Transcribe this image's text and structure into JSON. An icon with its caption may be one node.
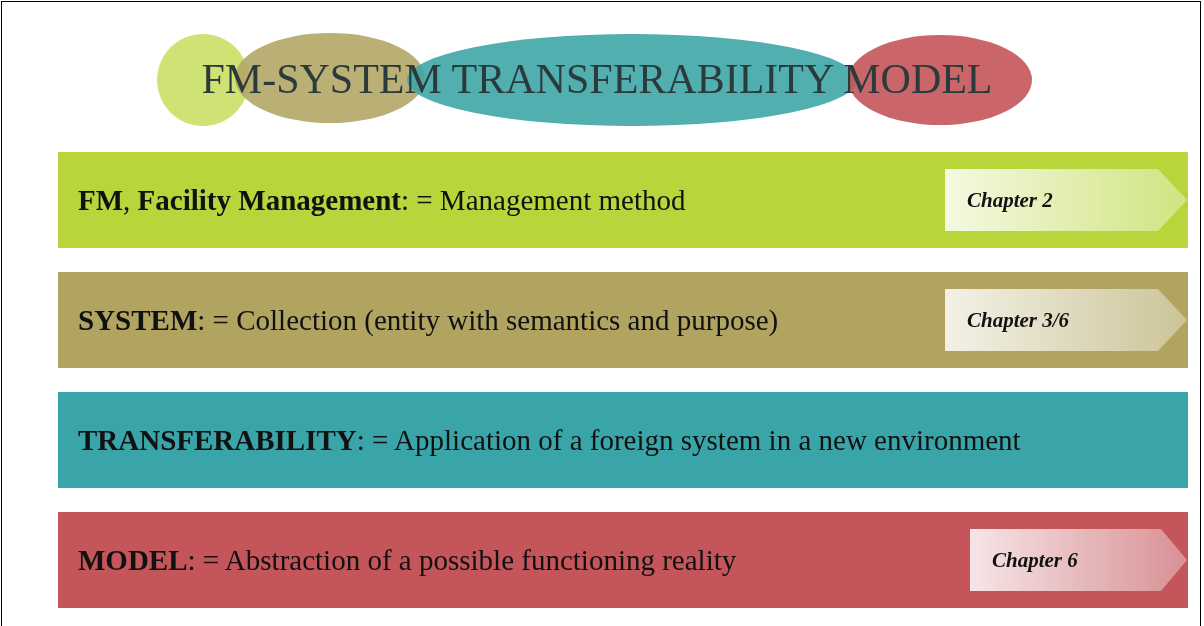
{
  "diagram": {
    "title": "FM-SYSTEM TRANSFERABILITY MODEL",
    "nodes": [
      {
        "text": [
          "**FM**, **Facility Management**: = Management method"
        ]
      },
      {
        "text": [
          "Chapter 2"
        ],
        "in": 0
      },
      {
        "text": [
          "**SYSTEM**: = Collection (entity with semantics and purpose)"
        ]
      },
      {
        "text": [
          "Chapter 3/6"
        ],
        "in": 2
      },
      {
        "text": [
          "**TRANSFERABILITY**: = Application of a foreign system in a new environment"
        ]
      },
      {
        "text": [
          "**MODEL**: = Abstraction of a possible functioning reality"
        ]
      },
      {
        "text": [
          "Chapter 6"
        ],
        "in": 5
      }
    ],
    "edges": []
  }
}
